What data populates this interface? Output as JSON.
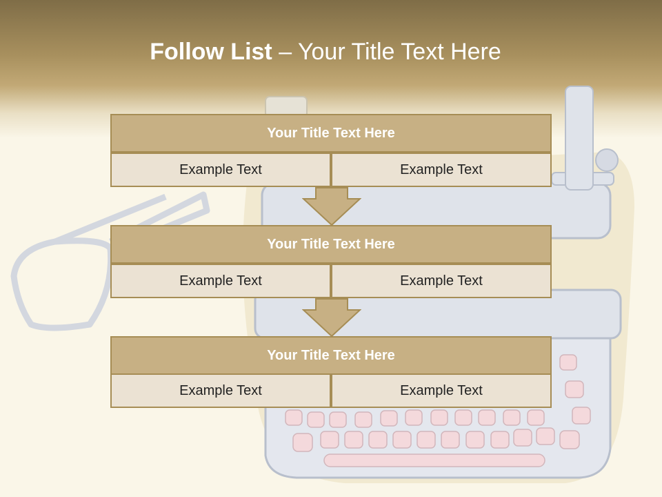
{
  "slide": {
    "title_bold": "Follow List",
    "title_rest": "  – Your Title Text Here"
  },
  "steps": [
    {
      "title": "Your Title Text Here",
      "left": "Example Text",
      "right": "Example Text"
    },
    {
      "title": "Your Title Text Here",
      "left": "Example Text",
      "right": "Example Text"
    },
    {
      "title": "Your Title Text Here",
      "left": "Example Text",
      "right": "Example Text"
    }
  ],
  "colors": {
    "header_dark": "#7f6d47",
    "box_fill": "#c7b084",
    "box_border": "#a68d55",
    "cell_fill": "#ebe2d3",
    "background": "#faf6e8"
  }
}
